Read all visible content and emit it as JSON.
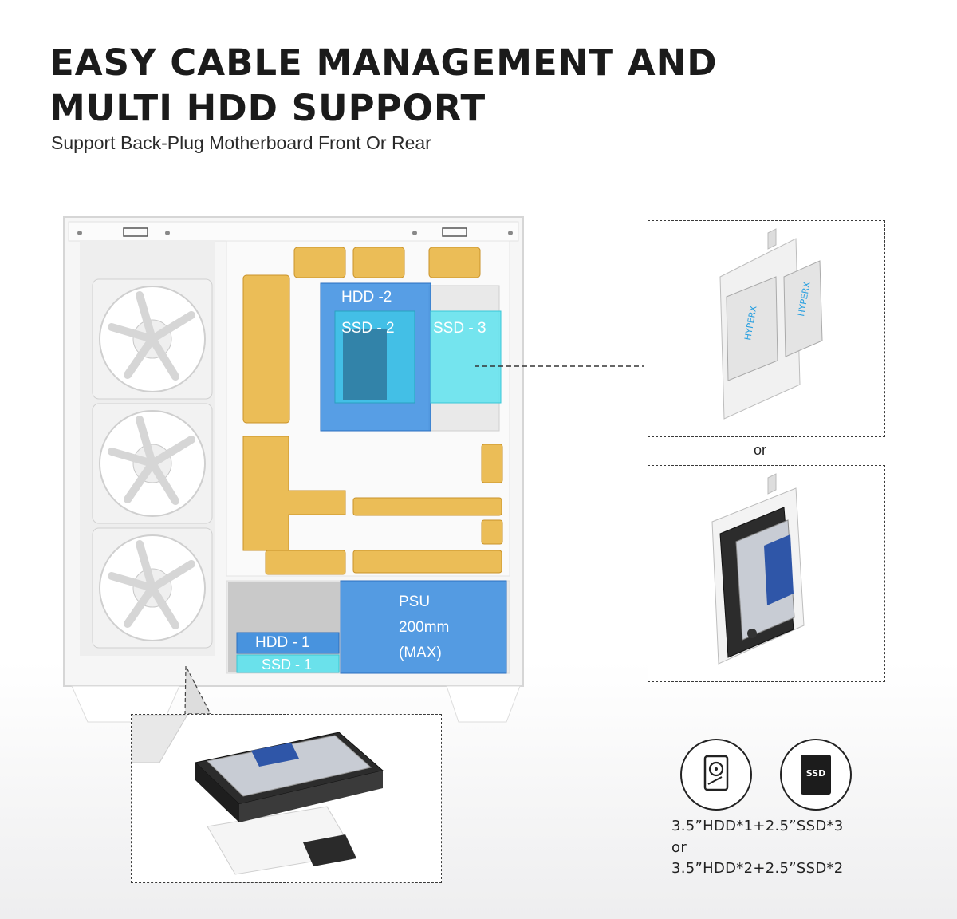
{
  "header": {
    "title_line1": "EASY CABLE MANAGEMENT AND",
    "title_line2": "MULTI HDD SUPPORT",
    "subtitle": "Support Back-Plug Motherboard Front Or Rear"
  },
  "case_labels": {
    "hdd2": "HDD -2",
    "ssd2": "SSD - 2",
    "ssd3": "SSD - 3",
    "hdd1": "HDD - 1",
    "ssd1": "SSD - 1",
    "psu_line1": "PSU",
    "psu_line2": "200mm",
    "psu_line3": "(MAX)"
  },
  "right_panel": {
    "or_label": "or"
  },
  "icons": {
    "hdd_icon": "hdd-icon",
    "ssd_icon": "ssd-icon",
    "ssd_icon_text": "SSD"
  },
  "spec": {
    "line1": "3.5”HDD*1+2.5”SSD*3",
    "line2": "or",
    "line3": "3.5”HDD*2+2.5”SSD*2"
  },
  "colors": {
    "highlight_orange": "#e8b23a",
    "highlight_blue": "#3a8de0",
    "highlight_cyan": "#5fe3ee",
    "case_white": "#f4f4f4",
    "drive_blue": "#2f56a8"
  }
}
